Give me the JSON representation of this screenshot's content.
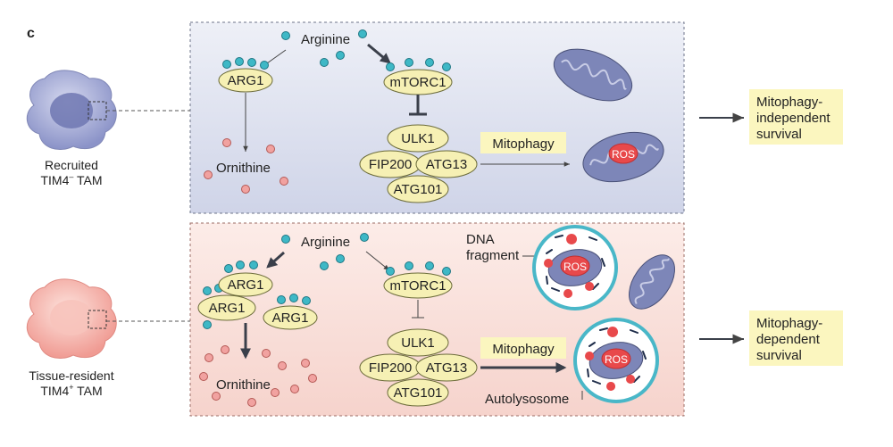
{
  "panel_label": "c",
  "top": {
    "cell_label_line1": "Recruited",
    "cell_label_line2": "TIM4",
    "cell_label_sup": "–",
    "cell_label_suffix": " TAM",
    "arginine": "Arginine",
    "arg1": "ARG1",
    "mtorc1": "mTORC1",
    "ornithine": "Ornithine",
    "ulk1": "ULK1",
    "fip200": "FIP200",
    "atg13": "ATG13",
    "atg101": "ATG101",
    "mitophagy": "Mitophagy",
    "ros": "ROS",
    "outcome_line1": "Mitophagy-",
    "outcome_line2": "independent",
    "outcome_line3": "survival"
  },
  "bottom": {
    "cell_label_line1": "Tissue-resident",
    "cell_label_line2": "TIM4",
    "cell_label_sup": "+",
    "cell_label_suffix": " TAM",
    "arginine": "Arginine",
    "arg1_a": "ARG1",
    "arg1_b": "ARG1",
    "arg1_c": "ARG1",
    "mtorc1": "mTORC1",
    "ornithine": "Ornithine",
    "ulk1": "ULK1",
    "fip200": "FIP200",
    "atg13": "ATG13",
    "atg101": "ATG101",
    "mitophagy": "Mitophagy",
    "dna_line1": "DNA",
    "dna_line2": "fragment",
    "ros_a": "ROS",
    "ros_b": "ROS",
    "autolysosome": "Autolysosome",
    "outcome_line1": "Mitophagy-",
    "outcome_line2": "dependent",
    "outcome_line3": "survival"
  },
  "colors": {
    "top_panel_bg": "#dfe1ee",
    "bottom_panel_bg": "#fbe2dc",
    "node_fill": "#f6f0b4",
    "arginine_dot": "#3eb8c6",
    "ornithine_dot": "#f1a2a0",
    "ros_fill": "#e8494b",
    "mito_fill": "#7d86b8",
    "lysosome_ring": "#49b7c8",
    "outcome_box": "#fbf6bf"
  }
}
